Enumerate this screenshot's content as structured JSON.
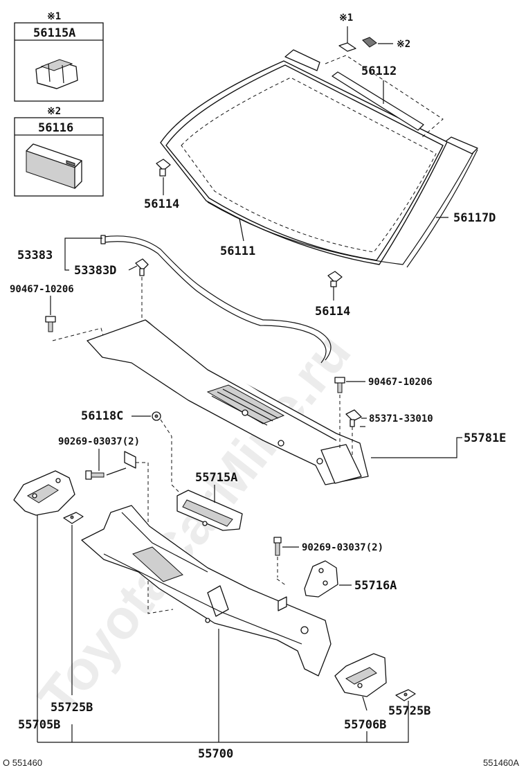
{
  "watermark": "ToyotaCarMine.ru",
  "footer": {
    "left_code": "O 551460",
    "right_code": "551460A"
  },
  "inset_boxes": [
    {
      "mark": "※1",
      "part": "56115A"
    },
    {
      "mark": "※2",
      "part": "56116"
    }
  ],
  "marks": {
    "mark1": "※1",
    "mark2": "※2"
  },
  "labels": {
    "p56112": "56112",
    "p56114_left": "56114",
    "p56114_right": "56114",
    "p56111": "56111",
    "p56117D": "56117D",
    "p53383": "53383",
    "p53383D": "53383D",
    "p90467_left": "90467-10206",
    "p90467_right": "90467-10206",
    "p85371": "85371-33010",
    "p55781E": "55781E",
    "p56118C": "56118C",
    "p90269_left": "90269-03037(2)",
    "p55715A": "55715A",
    "p90269_right": "90269-03037(2)",
    "p55716A": "55716A",
    "p55725B_left": "55725B",
    "p55705B": "55705B",
    "p55725B_right": "55725B",
    "p55706B": "55706B",
    "p55700": "55700"
  }
}
